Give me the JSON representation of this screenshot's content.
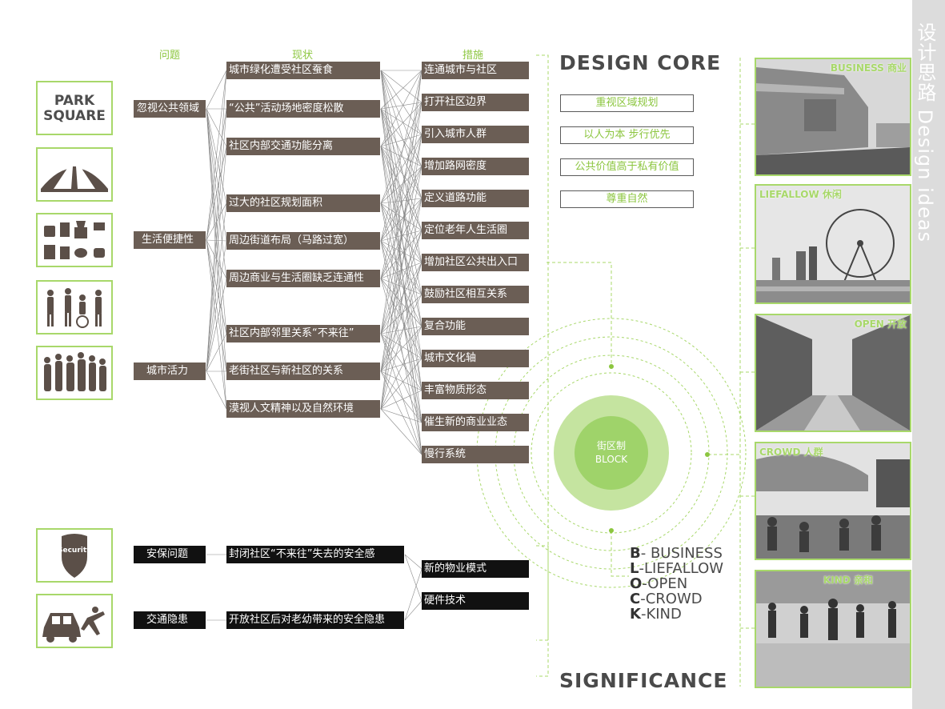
{
  "side_title": "设计思路 Design ideas",
  "headers": {
    "problem": "问题",
    "status": "现状",
    "measures": "措施"
  },
  "park_square": {
    "line1": "PARK",
    "line2": "SQUARE"
  },
  "security_badge": "Security",
  "problems": [
    "忽视公共领域",
    "生活便捷性",
    "城市活力"
  ],
  "status_items": [
    "城市绿化遭受社区蚕食",
    "“公共”活动场地密度松散",
    "社区内部交通功能分离",
    "过大的社区规划面积",
    "周边街道布局（马路过宽）",
    "周边商业与生活圈缺乏连通性",
    "社区内部邻里关系“不来往”",
    "老街社区与新社区的关系",
    "漠视人文精神以及自然环境"
  ],
  "measures": [
    "连通城市与社区",
    "打开社区边界",
    "引入城市人群",
    "增加路网密度",
    "定义道路功能",
    "定位老年人生活圈",
    "增加社区公共出入口",
    "鼓励社区相互关系",
    "复合功能",
    "城市文化轴",
    "丰富物质形态",
    "催生新的商业业态",
    "慢行系统"
  ],
  "safety": {
    "problems": [
      "安保问题",
      "交通隐患"
    ],
    "status": [
      "封闭社区“不来往”失去的安全感",
      "开放社区后对老幼带来的安全隐患"
    ],
    "measures": [
      "新的物业模式",
      "硬件技术"
    ]
  },
  "design_core": {
    "title": "DESIGN CORE",
    "items": [
      "重视区域规划",
      "以人为本 步行优先",
      "公共价值高于私有价值",
      "尊重自然"
    ]
  },
  "center": {
    "cn": "街区制",
    "en": "BLOCK"
  },
  "acronym": [
    {
      "letter": "B",
      "rest": "- BUSINESS"
    },
    {
      "letter": "L",
      "rest": "-LIEFALLOW"
    },
    {
      "letter": "O",
      "rest": "-OPEN"
    },
    {
      "letter": "C",
      "rest": "-CROWD"
    },
    {
      "letter": "K",
      "rest": "-KIND"
    }
  ],
  "significance": "SIGNIFICANCE",
  "photos": [
    {
      "label": "BUSINESS 商业"
    },
    {
      "label": "LIEFALLOW  休闲"
    },
    {
      "label": "OPEN  开放"
    },
    {
      "label": "CROWD  人群"
    },
    {
      "label": "KIND  亲和"
    }
  ],
  "colors": {
    "accent_green": "#8cc63f",
    "box_brown": "#6b5e55",
    "box_black": "#111111",
    "line_gray": "#8a8a8a"
  }
}
